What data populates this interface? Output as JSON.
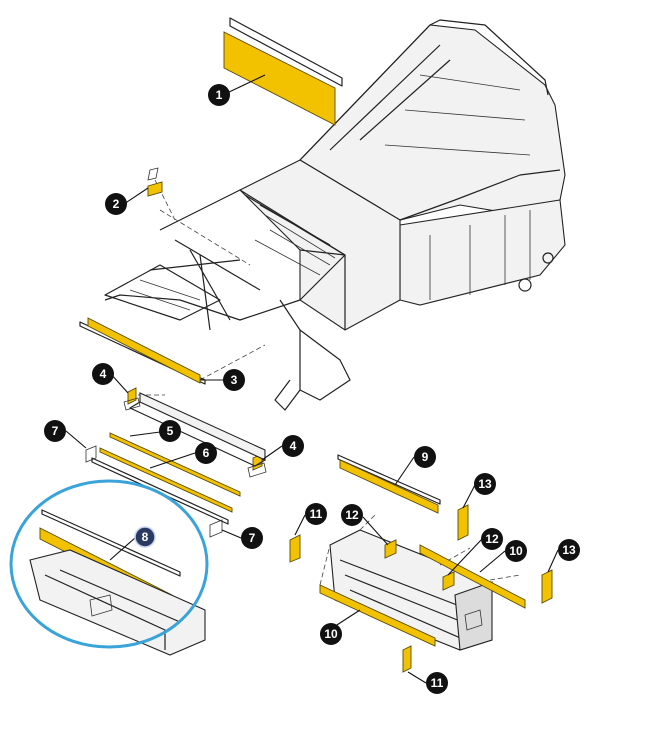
{
  "diagram": {
    "colors": {
      "highlight_part": "#f2c200",
      "callout": "#111111",
      "selected_callout": "#2b3a63",
      "selection_ring": "#3aa3d9"
    },
    "callouts": [
      {
        "id": "c1",
        "label": "1"
      },
      {
        "id": "c2",
        "label": "2"
      },
      {
        "id": "c3",
        "label": "3"
      },
      {
        "id": "c4a",
        "label": "4"
      },
      {
        "id": "c4b",
        "label": "4"
      },
      {
        "id": "c5",
        "label": "5"
      },
      {
        "id": "c6",
        "label": "6"
      },
      {
        "id": "c7a",
        "label": "7"
      },
      {
        "id": "c7b",
        "label": "7"
      },
      {
        "id": "c8",
        "label": "8",
        "selected": true
      },
      {
        "id": "c9",
        "label": "9"
      },
      {
        "id": "c10a",
        "label": "10"
      },
      {
        "id": "c10b",
        "label": "10"
      },
      {
        "id": "c11a",
        "label": "11"
      },
      {
        "id": "c11b",
        "label": "11"
      },
      {
        "id": "c12a",
        "label": "12"
      },
      {
        "id": "c12b",
        "label": "12"
      },
      {
        "id": "c13a",
        "label": "13"
      },
      {
        "id": "c13b",
        "label": "13"
      }
    ]
  }
}
